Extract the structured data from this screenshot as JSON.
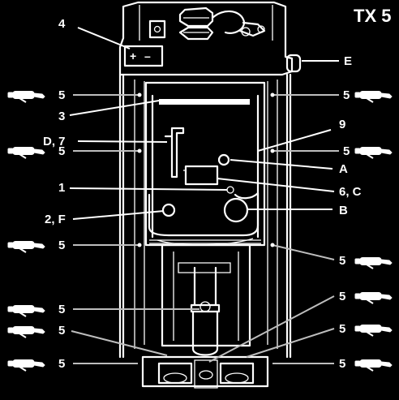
{
  "title": "TX 5",
  "callouts": {
    "c4": "4",
    "cE": "E",
    "c3": "3",
    "cD7": "D, 7",
    "c9": "9",
    "cA": "A",
    "c1": "1",
    "c6C": "6, C",
    "c2F": "2, F",
    "cB": "B",
    "grease": "5"
  },
  "battery_signs": {
    "plus": "+",
    "minus": "–"
  },
  "icons": [
    "grease-gun-icon"
  ]
}
